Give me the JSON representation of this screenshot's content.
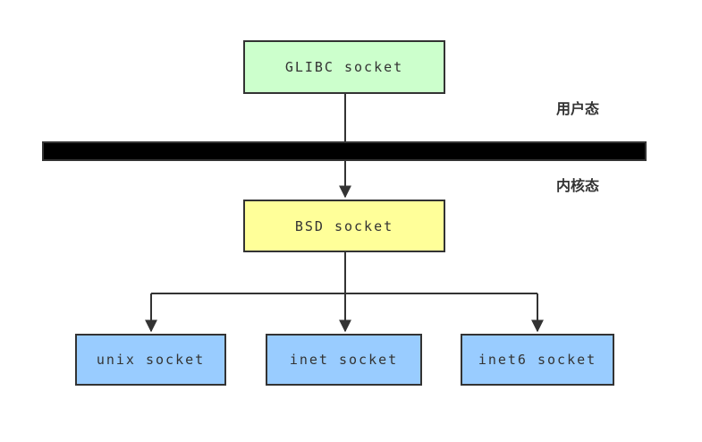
{
  "diagram": {
    "nodes": {
      "glibc": {
        "label": "GLIBC socket",
        "fill": "#ccffcc"
      },
      "bsd": {
        "label": "BSD socket",
        "fill": "#ffff99"
      },
      "unix": {
        "label": "unix socket",
        "fill": "#99ccff"
      },
      "inet": {
        "label": "inet socket",
        "fill": "#99ccff"
      },
      "inet6": {
        "label": "inet6 socket",
        "fill": "#99ccff"
      }
    },
    "labels": {
      "user_mode": "用户态",
      "kernel_mode": "内核态"
    },
    "colors": {
      "box_border": "#333333",
      "connector": "#333333",
      "divider_fill": "#000000",
      "text": "#333333",
      "background": "#ffffff"
    }
  }
}
